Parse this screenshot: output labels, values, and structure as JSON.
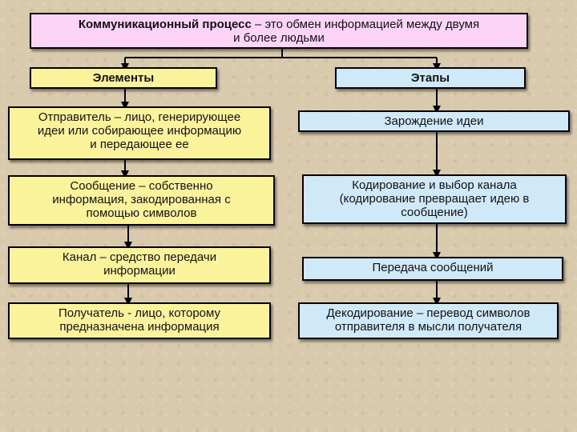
{
  "header": {
    "title_bold": "Коммуникационный процесс",
    "title_rest_line1": " – это обмен информацией между двумя",
    "title_rest_line2": "и более людьми"
  },
  "columns": {
    "left_heading": "Элементы",
    "right_heading": "Этапы"
  },
  "elements": [
    {
      "lines": [
        "Отправитель – лицо, генерирующее",
        "идеи или собирающее информацию",
        "и передающее ее"
      ]
    },
    {
      "lines": [
        "Сообщение – собственно",
        "информация, закодированная с",
        "помощью символов"
      ]
    },
    {
      "lines": [
        "Канал – средство передачи",
        "информации"
      ]
    },
    {
      "lines": [
        "Получатель  - лицо, которому",
        "предназначена информация"
      ]
    }
  ],
  "stages": [
    {
      "lines": [
        "Зарождение идеи"
      ]
    },
    {
      "lines": [
        "Кодирование и выбор канала",
        "(кодирование превращает идею в",
        "сообщение)"
      ]
    },
    {
      "lines": [
        "Передача сообщений"
      ]
    },
    {
      "lines": [
        "Декодирование – перевод символов",
        "отправителя в мысли получателя"
      ]
    }
  ],
  "colors": {
    "header_fill": "#fbd4f8",
    "element_fill": "#fbf39b",
    "stage_fill": "#cfe9f8",
    "background": "#d9c9ad"
  }
}
